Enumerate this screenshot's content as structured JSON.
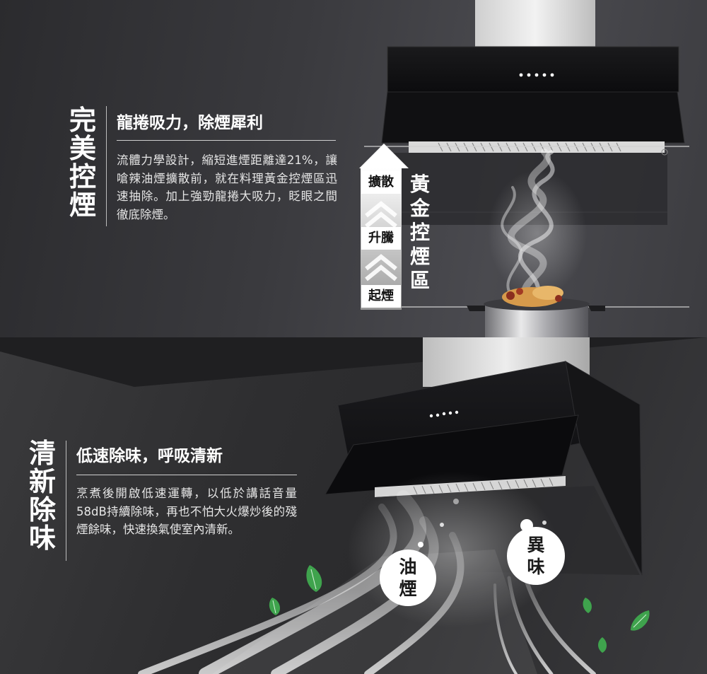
{
  "section1": {
    "title": "完美控煙",
    "title_chars": [
      "完",
      "美",
      "控",
      "煙"
    ],
    "subtitle": "龍捲吸力，除煙犀利",
    "body": "流體力學設計，縮短進煙距離達21%，讓嗆辣油煙擴散前，就在料理黃金控煙區迅速抽除。加上強勁龍捲大吸力，眨眼之間徹底除煙。",
    "stages": [
      "擴散",
      "升騰",
      "起煙"
    ],
    "zone_label": "黃金控煙區",
    "zone_chars": [
      "黃",
      "金",
      "控",
      "煙",
      "區"
    ]
  },
  "section2": {
    "title": "清新除味",
    "title_chars": [
      "清",
      "新",
      "除",
      "味"
    ],
    "subtitle": "低速除味，呼吸清新",
    "body": "烹煮後開啟低速運轉，以低於講話音量58dB持續除味，再也不怕大火爆炒後的殘煙餘味，快速換氣使室內清新。",
    "bubble_oil": [
      "油",
      "煙"
    ],
    "bubble_odor": [
      "異",
      "味"
    ]
  },
  "colors": {
    "accent_dark": "#1b1b1e",
    "leaf_green": "#3fa34d",
    "divider": "#cfcfcf"
  }
}
